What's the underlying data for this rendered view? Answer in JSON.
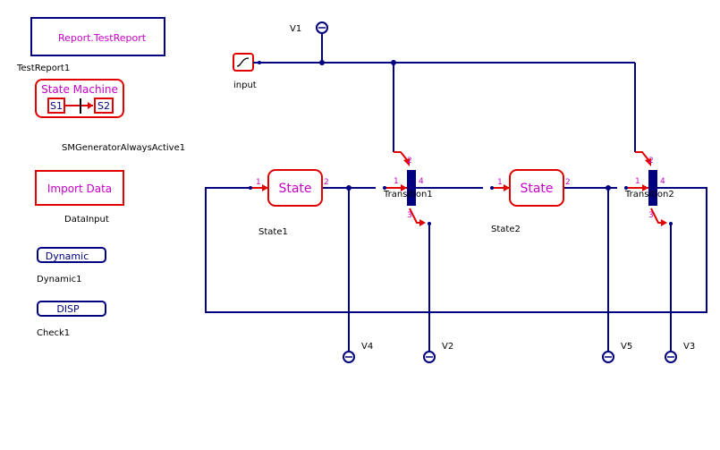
{
  "report": {
    "block_text": "Report.TestReport",
    "instance": "TestReport1"
  },
  "sm_generator": {
    "title": "State Machine",
    "s1": "S1",
    "s2": "S2",
    "instance": "SMGeneratorAlwaysActive1"
  },
  "data_input": {
    "block_text": "Import Data",
    "instance": "DataInput"
  },
  "dynamic": {
    "block_text": "Dynamic",
    "instance": "Dynamic1"
  },
  "check": {
    "block_text": "DISP",
    "instance": "Check1"
  },
  "source": {
    "instance": "input"
  },
  "state1": {
    "block_text": "State",
    "instance": "State1",
    "pin_in": "1",
    "pin_out": "2"
  },
  "state2": {
    "block_text": "State",
    "instance": "State2",
    "pin_in": "1",
    "pin_out": "2"
  },
  "transition1": {
    "instance": "Transition1",
    "pin1": "1",
    "pin2": "2",
    "pin3": "3",
    "pin4": "4"
  },
  "transition2": {
    "instance": "Transition2",
    "pin1": "1",
    "pin2": "2",
    "pin3": "3",
    "pin4": "4"
  },
  "probes": {
    "v1": "V1",
    "v2": "V2",
    "v3": "V3",
    "v4": "V4",
    "v5": "V5"
  },
  "colors": {
    "wire": "#000080",
    "block_border": "#e00000",
    "block_text": "#c800c8"
  }
}
